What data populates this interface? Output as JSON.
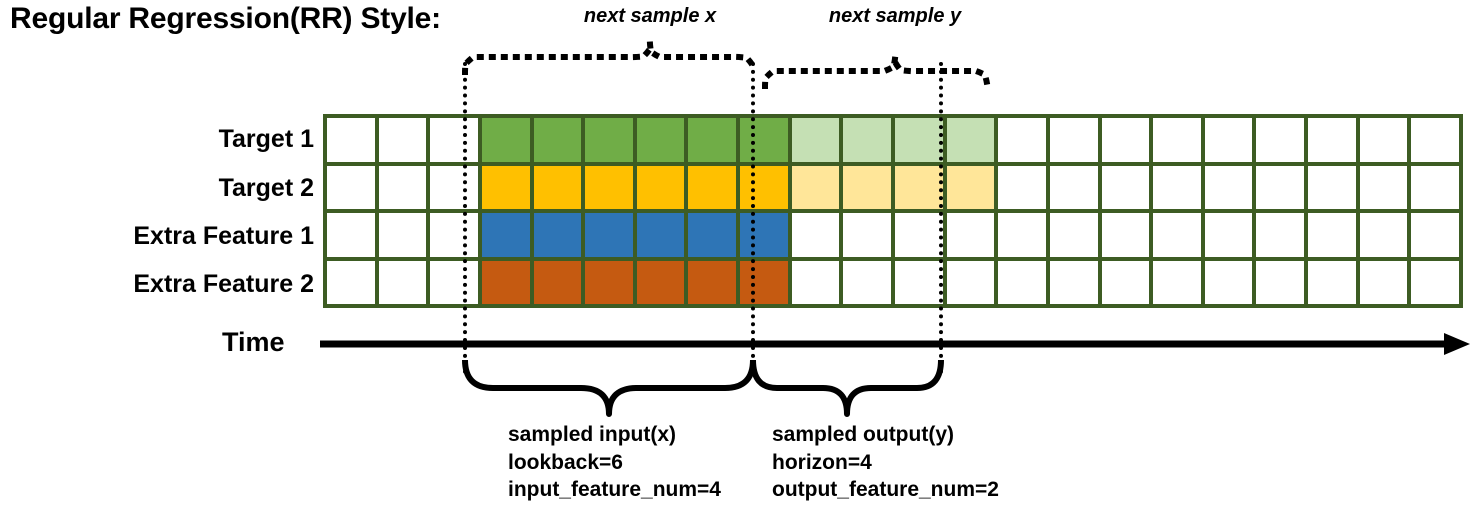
{
  "title": "Regular Regression(RR) Style:",
  "top_labels": {
    "next_x": "next sample x",
    "next_y": "next sample y"
  },
  "row_labels": [
    "Target 1",
    "Target 2",
    "Extra Feature 1",
    "Extra Feature 2"
  ],
  "time_axis": {
    "label": "Time"
  },
  "notes": {
    "input": "sampled input(x)\nlookback=6\ninput_feature_num=4",
    "output": "sampled output(y)\nhorizon=4\noutput_feature_num=2"
  },
  "colors": {
    "grid_border": "#3d5c23",
    "empty": "#ffffff",
    "target1_input": "#70ad47",
    "target1_output": "#c5e0b4",
    "target2_input": "#ffc000",
    "target2_output": "#ffe699",
    "extra1_input": "#2e75b6",
    "extra2_input": "#c55a11",
    "ink": "#000000"
  },
  "grid": {
    "columns": 22,
    "rows": 4,
    "input_start_col": 3,
    "input_end_col": 9,
    "output_start_col": 9,
    "output_end_col": 13,
    "row_fills": [
      [
        "#ffffff",
        "#ffffff",
        "#ffffff",
        "#70ad47",
        "#70ad47",
        "#70ad47",
        "#70ad47",
        "#70ad47",
        "#70ad47",
        "#c5e0b4",
        "#c5e0b4",
        "#c5e0b4",
        "#c5e0b4",
        "#ffffff",
        "#ffffff",
        "#ffffff",
        "#ffffff",
        "#ffffff",
        "#ffffff",
        "#ffffff",
        "#ffffff",
        "#ffffff"
      ],
      [
        "#ffffff",
        "#ffffff",
        "#ffffff",
        "#ffc000",
        "#ffc000",
        "#ffc000",
        "#ffc000",
        "#ffc000",
        "#ffc000",
        "#ffe699",
        "#ffe699",
        "#ffe699",
        "#ffe699",
        "#ffffff",
        "#ffffff",
        "#ffffff",
        "#ffffff",
        "#ffffff",
        "#ffffff",
        "#ffffff",
        "#ffffff",
        "#ffffff"
      ],
      [
        "#ffffff",
        "#ffffff",
        "#ffffff",
        "#2e75b6",
        "#2e75b6",
        "#2e75b6",
        "#2e75b6",
        "#2e75b6",
        "#2e75b6",
        "#ffffff",
        "#ffffff",
        "#ffffff",
        "#ffffff",
        "#ffffff",
        "#ffffff",
        "#ffffff",
        "#ffffff",
        "#ffffff",
        "#ffffff",
        "#ffffff",
        "#ffffff",
        "#ffffff"
      ],
      [
        "#ffffff",
        "#ffffff",
        "#ffffff",
        "#c55a11",
        "#c55a11",
        "#c55a11",
        "#c55a11",
        "#c55a11",
        "#c55a11",
        "#ffffff",
        "#ffffff",
        "#ffffff",
        "#ffffff",
        "#ffffff",
        "#ffffff",
        "#ffffff",
        "#ffffff",
        "#ffffff",
        "#ffffff",
        "#ffffff",
        "#ffffff",
        "#ffffff"
      ]
    ]
  }
}
